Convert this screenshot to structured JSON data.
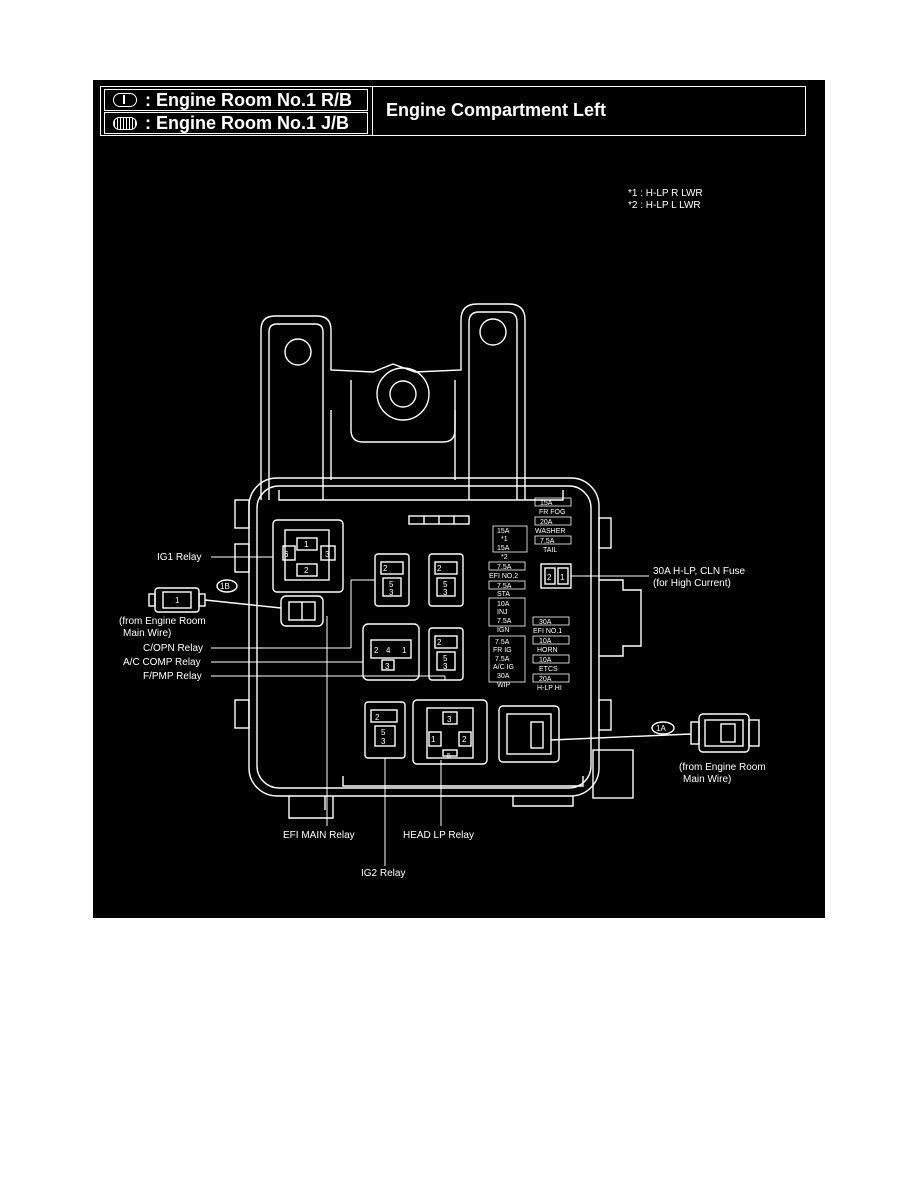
{
  "header": {
    "row1_label": ": Engine Room No.1 R/B",
    "row2_label": ": Engine Room No.1 J/B",
    "title": "Engine Compartment Left"
  },
  "notes": {
    "note1": "*1 : H-LP R LWR",
    "note2": "*2 : H-LP L LWR"
  },
  "callouts": {
    "ig1_relay": "IG1 Relay",
    "connector_1b": "1B",
    "from_room_1b_line1": "(from Engine Room",
    "from_room_1b_line2": "Main Wire)",
    "copn_relay": "C/OPN Relay",
    "ac_comp_relay": "A/C COMP Relay",
    "fpmp_relay": "F/PMP Relay",
    "fuse_30a_line1": "30A H-LP, CLN Fuse",
    "fuse_30a_line2": "(for High Current)",
    "connector_1a": "1A",
    "from_room_1a_line1": "(from Engine Room",
    "from_room_1a_line2": "Main Wire)",
    "efi_main_relay": "EFI MAIN Relay",
    "head_lp_relay": "HEAD LP Relay",
    "ig2_relay": "IG2 Relay"
  },
  "fuses": {
    "f15a_top": "15A",
    "fr_fog": "FR FOG",
    "f20a_washer": "20A",
    "washer": "WASHER",
    "f7_5a_tail": "7.5A",
    "tail": "TAIL",
    "f15a_1": "15A",
    "star1": "*1",
    "f15a_2": "15A",
    "star2": "*2",
    "f7_5a_efi": "7.5A",
    "efi_no2": "EFI NO.2",
    "f7_5a_sta": "7.5A",
    "sta": "STA",
    "f10a_inj": "10A",
    "inj": "INJ",
    "f7_5a_ign": "7.5A",
    "ign": "IGN",
    "f30a_efi1": "30A",
    "efi_no1": "EFI NO.1",
    "f7_5a_frig": "7.5A",
    "fr_ig": "FR IG",
    "f10a_horn": "10A",
    "horn": "HORN",
    "f7_5a_acig": "7.5A",
    "ac_ig": "A/C IG",
    "f10a_etcs": "10A",
    "etcs": "ETCS",
    "f30a_wip": "30A",
    "wip": "WIP",
    "f20a_hlphi": "20A",
    "h_lp_hi": "H-LP HI",
    "n1": "1",
    "n2": "2",
    "n3": "3",
    "n4": "4",
    "n5": "5",
    "n6": "6"
  },
  "colors": {
    "background": "#000000",
    "line": "#ffffff",
    "page": "#ffffff"
  }
}
